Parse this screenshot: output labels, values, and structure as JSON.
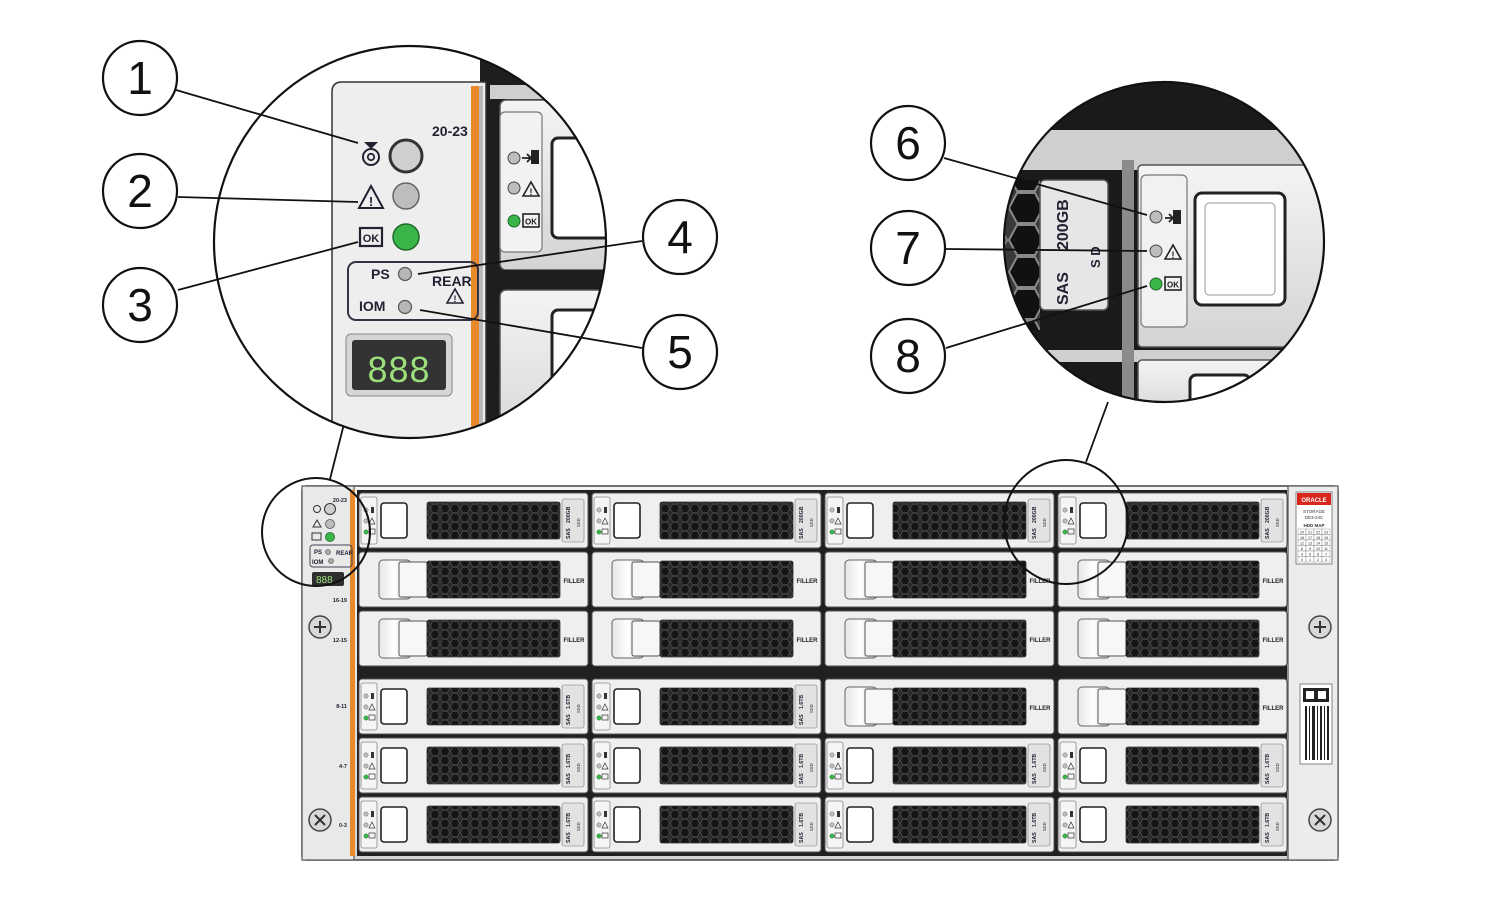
{
  "callouts": [
    {
      "id": 1,
      "label": "1"
    },
    {
      "id": 2,
      "label": "2"
    },
    {
      "id": 3,
      "label": "3"
    },
    {
      "id": 4,
      "label": "4"
    },
    {
      "id": 5,
      "label": "5"
    },
    {
      "id": 6,
      "label": "6"
    },
    {
      "id": 7,
      "label": "7"
    },
    {
      "id": 8,
      "label": "8"
    }
  ],
  "panel": {
    "slot_range_top": "20-23",
    "ok_badge": "OK",
    "ps_label": "PS",
    "rear_label": "REAR",
    "iom_label": "IOM",
    "display_value": "888"
  },
  "drive_zoom": {
    "capacity": "200GB",
    "interface": "SAS",
    "type": "S D",
    "ok_badge": "OK"
  },
  "chassis": {
    "row_labels": [
      "20-23",
      "16-19",
      "12-15",
      "8-11",
      "4-7",
      "0-3"
    ],
    "rows": [
      {
        "kind": "ssd",
        "capacity": "200GB",
        "interface": "SAS",
        "type": "SSD",
        "filler_cols": []
      },
      {
        "kind": "filler",
        "filler_cols": [
          0,
          1,
          2,
          3
        ]
      },
      {
        "kind": "filler",
        "filler_cols": [
          0,
          1,
          2,
          3
        ]
      },
      {
        "kind": "ssd",
        "capacity": "1.6TB",
        "interface": "SAS",
        "type": "SSD",
        "filler_cols": [
          2,
          3
        ]
      },
      {
        "kind": "ssd",
        "capacity": "1.6TB",
        "interface": "SAS",
        "type": "SSD",
        "filler_cols": []
      },
      {
        "kind": "ssd",
        "capacity": "1.6TB",
        "interface": "SAS",
        "type": "SSD",
        "filler_cols": []
      }
    ],
    "filler_label": "FILLER",
    "brand": "ORACLE",
    "model_line1": "STORAGE",
    "model_line2": "DE3-24C",
    "map_title": "HDD MAP",
    "map_cells": [
      "20",
      "21",
      "22",
      "23",
      "16",
      "17",
      "18",
      "19",
      "12",
      "13",
      "14",
      "15",
      "8",
      "9",
      "10",
      "11",
      "4",
      "5",
      "6",
      "7",
      "0",
      "1",
      "2",
      "3"
    ]
  },
  "colors": {
    "led_green": "#3ab54a",
    "led_gray": "#bdbdbd",
    "accent_orange": "#e8892a",
    "display_green": "#9be07a",
    "brand_red": "#d9261c"
  }
}
